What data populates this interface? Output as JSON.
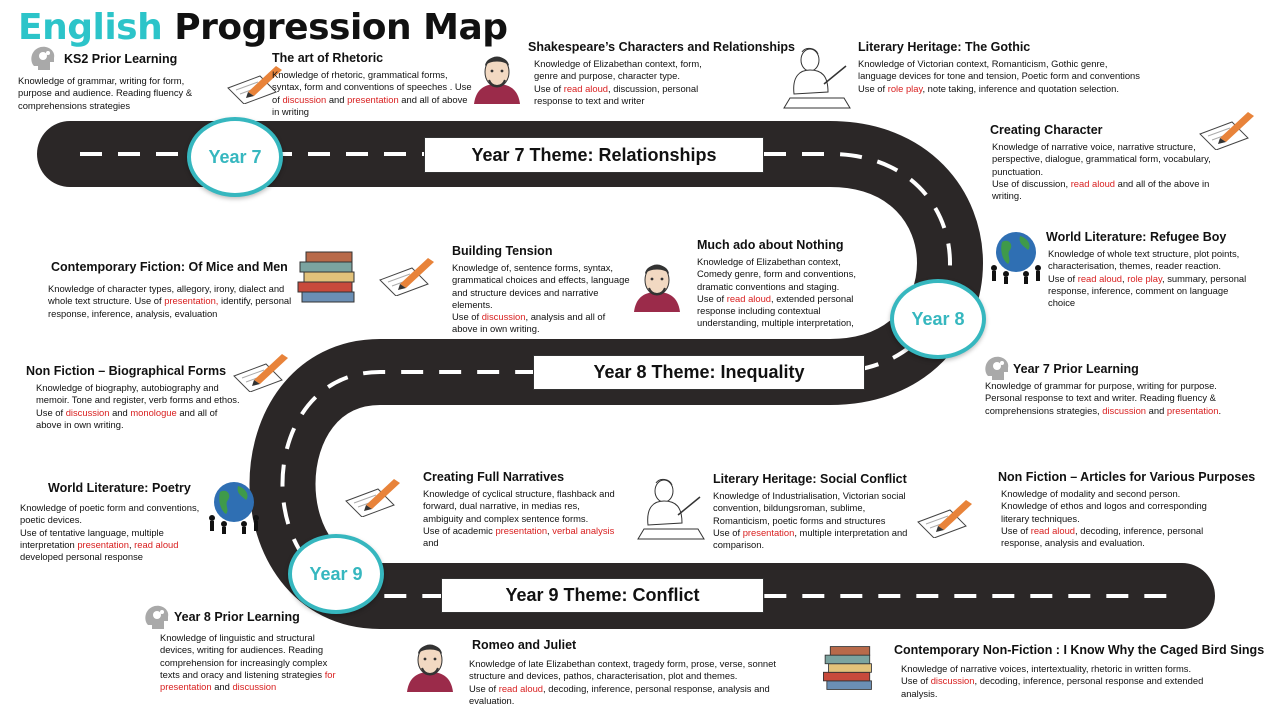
{
  "title": {
    "part1": "English",
    "part2": "Progression Map"
  },
  "themes": {
    "y7": "Year 7 Theme: Relationships",
    "y8": "Year 8 Theme: Inequality",
    "y9": "Year 9 Theme: Conflict"
  },
  "years": {
    "y7": "Year 7",
    "y8": "Year 8",
    "y9": "Year 9"
  },
  "ks2": {
    "heading": "KS2 Prior Learning",
    "text": "Knowledge of grammar, writing for form, purpose and audience. Reading fluency & comprehensions strategies"
  },
  "rhetoric": {
    "heading": "The art of Rhetoric",
    "t1": "Knowledge of rhetoric, grammatical forms, syntax, form and conventions of speeches . Use of ",
    "r1": "discussion",
    "t2": " and ",
    "r2": "presentation",
    "t3": " and all of above in writing"
  },
  "shakespeare": {
    "heading": "Shakespeare’s Characters and Relationships",
    "t1": "Knowledge of Elizabethan context, form, genre and purpose, character type.",
    "t2": "Use of ",
    "r1": "read aloud",
    "t3": ", discussion, personal response to text and writer"
  },
  "gothic": {
    "heading": "Literary Heritage: The Gothic",
    "t1": "Knowledge of Victorian context, Romanticism, Gothic genre, language devices for tone and tension, Poetic form and conventions",
    "t2": "Use of ",
    "r1": "role play",
    "t3": ", note taking, inference and quotation selection."
  },
  "creating_character": {
    "heading": "Creating Character",
    "t1": "Knowledge of narrative voice, narrative structure, perspective, dialogue, grammatical form, vocabulary, punctuation.",
    "t2": "Use of discussion, ",
    "r1": "read aloud",
    "t3": " and all of the above in writing."
  },
  "refugee_boy": {
    "heading": "World Literature: Refugee Boy",
    "t1": "Knowledge of whole text structure, plot points, characterisation, themes, reader reaction.",
    "t2": "Use of ",
    "r1": "read aloud",
    "t3": ", ",
    "r2": "role play",
    "t4": ", summary, personal response, inference, comment on language choice"
  },
  "much_ado": {
    "heading": "Much ado about Nothing",
    "t1": "Knowledge of Elizabethan context, Comedy genre, form and conventions, dramatic conventions and staging.",
    "t2": "Use of ",
    "r1": "read aloud",
    "t3": ", extended personal response including contextual understanding, multiple interpretation,"
  },
  "building_tension": {
    "heading": "Building Tension",
    "t1": "Knowledge of, sentence forms, syntax, grammatical choices and effects, language and structure devices and narrative elements.",
    "t2": "Use of ",
    "r1": "discussion",
    "t3": ", analysis and all of above in own writing."
  },
  "mice_men": {
    "heading": "Contemporary Fiction: Of Mice and Men",
    "t1": "Knowledge of character types, allegory, irony, dialect and whole text structure. Use of ",
    "r1": "presentation,",
    "t2": " identify, personal response, inference, analysis, evaluation"
  },
  "biographical": {
    "heading": "Non Fiction – Biographical Forms",
    "t1": "Knowledge of biography, autobiography and memoir. Tone and register, verb forms and ethos.",
    "t2": "Use of ",
    "r1": "discussion",
    "t3": " and ",
    "r2": "monologue",
    "t4": " and all of above in own writing."
  },
  "y7_prior": {
    "heading": "Year 7 Prior Learning",
    "t1": "Knowledge of grammar for purpose, writing for purpose. Personal response to text and writer. Reading fluency & comprehensions strategies, ",
    "r1": "discussion",
    "t2": " and ",
    "r2": "presentation",
    "t3": "."
  },
  "poetry": {
    "heading": "World Literature: Poetry",
    "t1": "Knowledge of poetic form and conventions, poetic devices.",
    "t2": "Use of tentative language, multiple interpretation ",
    "r1": "presentation",
    "t3": ", ",
    "r2": "read aloud",
    "t4": " developed personal response"
  },
  "full_narratives": {
    "heading": "Creating Full Narratives",
    "t1": "Knowledge of cyclical structure, flashback and forward, dual narrative, in medias res, ambiguity and complex sentence forms.",
    "t2": "Use of academic ",
    "r1": "presentation",
    "t3": ", ",
    "r2": "verbal analysis",
    "t4": " and"
  },
  "social_conflict": {
    "heading": "Literary Heritage: Social Conflict",
    "t1": "Knowledge of Industrialisation, Victorian social convention, bildungsroman, sublime, Romanticism, poetic forms and structures",
    "t2": "Use of ",
    "r1": "presentation",
    "t3": ", multiple interpretation and comparison."
  },
  "articles": {
    "heading": "Non Fiction – Articles for Various Purposes",
    "t1": "Knowledge of modality and  second person.",
    "t2": "Knowledge of ethos and logos and corresponding literary techniques.",
    "t3": "Use of ",
    "r1": "read aloud",
    "t4": ", decoding, inference, personal response, analysis and evaluation."
  },
  "y8_prior": {
    "heading": "Year 8 Prior Learning",
    "t1": "Knowledge of linguistic and structural devices, writing for audiences. Reading comprehension for increasingly complex texts and oracy and listening strategies ",
    "r1": "for presentation",
    "t2": " and ",
    "r2": "discussion"
  },
  "romeo": {
    "heading": "Romeo and Juliet",
    "t1": "Knowledge of late Elizabethan context, tragedy form, prose, verse, sonnet structure and devices, pathos, characterisation, plot and themes.",
    "t2": "Use of ",
    "r1": "read aloud",
    "t3": ", decoding, inference, personal response, analysis and evaluation."
  },
  "caged_bird": {
    "heading": "Contemporary Non-Fiction : I Know Why the Caged Bird Sings",
    "t1": "Knowledge of narrative voices, intertextuality, rhetoric in written forms.",
    "t2": "Use of ",
    "r1": "discussion",
    "t3": ", decoding, inference, personal response and extended analysis."
  },
  "colors": {
    "accent": "#2cc4c9",
    "road": "#2b2727",
    "highlight": "#d81e1e"
  }
}
